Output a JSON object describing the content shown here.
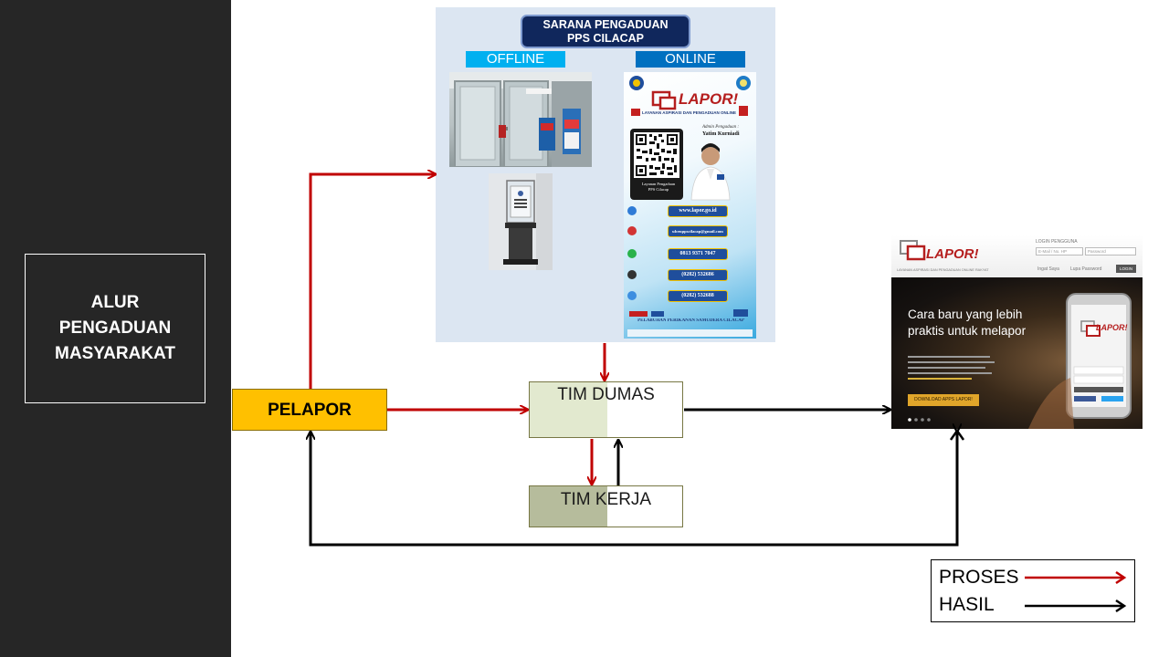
{
  "title": {
    "lines": [
      "ALUR",
      "PENGADUAN",
      "MASYARAKAT"
    ]
  },
  "sarana": {
    "banner_lines": [
      "SARANA PENGADUAN",
      "PPS CILACAP"
    ],
    "offline_label": "OFFLINE",
    "online_label": "ONLINE"
  },
  "poster": {
    "logo_text": "LAPOR!",
    "tagline": "LAYANAN ASPIRASI DAN PENGADUAN ONLINE",
    "admin_label": "Admin Pengaduan :",
    "admin_name": "Yatim Kurniadi",
    "qr_caption_lines": [
      "Layanan Pengaduan",
      "PPS Cilacap"
    ],
    "contacts": [
      "www.lapor.go.id",
      "ulcenppscilacap@gmail.com",
      "0813 9371 7047",
      "(0282) 532686",
      "(0282) 532688"
    ],
    "footer": "PELABUHAN PERIKANAN SAMUDERA CILACAP"
  },
  "lapor_site": {
    "logo_text": "LAPOR!",
    "tagline": "LAYANAN ASPIRASI DAN PENGADUAN ONLINE RAKYAT",
    "login_heading": "LOGIN PENGGUNA",
    "email_placeholder": "E-Mail / No. HP",
    "password_placeholder": "Password",
    "remember_label": "Ingat Saya",
    "forgot_label": "Lupa Password",
    "login_button": "LOGIN",
    "hero_lines": [
      "Cara baru yang lebih",
      "praktis untuk melapor"
    ],
    "download_button": "DOWNLOAD APPS LAPOR!",
    "phone_logo": "LAPOR!"
  },
  "flow": {
    "pelapor": "PELAPOR",
    "tim_dumas": "TIM DUMAS",
    "tim_kerja": "TIM KERJA"
  },
  "legend": {
    "proses_label": "PROSES",
    "hasil_label": "HASIL",
    "proses_color": "#c00000",
    "hasil_color": "#000000"
  }
}
